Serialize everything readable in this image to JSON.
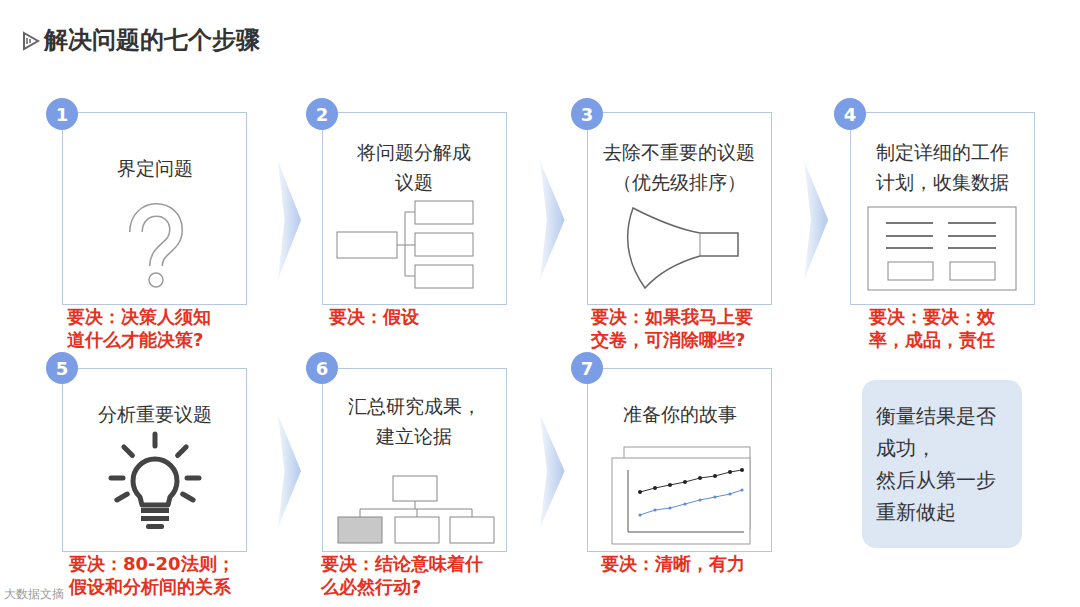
{
  "diagram": {
    "title": "解决问题的七个步骤",
    "nodes": [
      {
        "text": [
          "1"
        ]
      },
      {
        "text": [
          "界定问题",
          "要决：决策人须知道什么才能决策?"
        ]
      },
      {
        "text": [
          "2"
        ]
      },
      {
        "text": [
          "将问题分解成 议题",
          "要决：假设"
        ]
      },
      {
        "text": [
          "3"
        ]
      },
      {
        "text": [
          "去除不重要的议题 （优先级排序）",
          "要决：如果我马上要交卷，可消除哪些?"
        ]
      },
      {
        "text": [
          "4"
        ]
      },
      {
        "text": [
          "制定详细的工作 计划，收集数据",
          "要决：要决：效率，成品，责任"
        ]
      },
      {
        "text": [
          "5"
        ]
      },
      {
        "text": [
          "分析重要议题",
          "要决：80-20法则；假设和分析间的关系"
        ]
      },
      {
        "text": [
          "6"
        ]
      },
      {
        "text": [
          "汇总研究成果， 建立论据",
          "要决：结论意味着什么必然行动?"
        ]
      },
      {
        "text": [
          "7"
        ]
      },
      {
        "text": [
          "准备你的故事",
          "要决：清晰，有力"
        ]
      },
      {
        "text": [
          "衡量结果是否 成功， 然后从第一步 重新做起"
        ]
      }
    ],
    "edges": [
      {
        "from": 1,
        "to": 3,
        "arrow": "to"
      },
      {
        "from": 3,
        "to": 5,
        "arrow": "to"
      },
      {
        "from": 5,
        "to": 7,
        "arrow": "to"
      },
      {
        "from": 9,
        "to": 11,
        "arrow": "to"
      },
      {
        "from": 11,
        "to": 13,
        "arrow": "to"
      }
    ],
    "labels": [
      "大数据文摘"
    ]
  }
}
